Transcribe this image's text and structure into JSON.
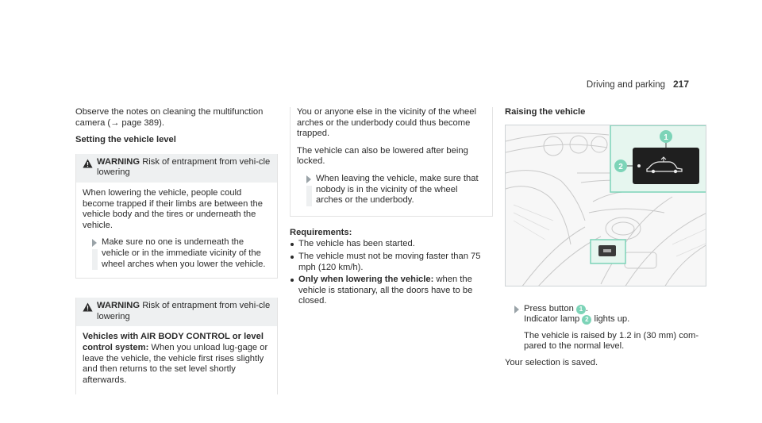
{
  "header": {
    "section": "Driving and parking",
    "page": "217"
  },
  "col1": {
    "intro": "Observe the notes on cleaning the multifunction camera (→ page 389).",
    "heading": "Setting the vehicle level",
    "warning1": {
      "label": "WARNING",
      "title": "Risk of entrapment from vehi-cle lowering",
      "body": "When lowering the vehicle, people could become trapped if their limbs are between the vehicle body and the tires or underneath the vehicle.",
      "action": "Make sure no one is underneath the vehicle or in the immediate vicinity of the wheel arches when you lower the vehicle."
    },
    "warning2": {
      "label": "WARNING",
      "title": "Risk of entrapment from vehi-cle lowering",
      "body_bold": "Vehicles with AIR BODY CONTROL or level control system:",
      "body": " When you unload lug-gage or leave the vehicle, the vehicle first rises slightly and then returns to the set level shortly afterwards."
    }
  },
  "col2": {
    "para1": "You or anyone else in the vicinity of the wheel arches or the underbody could thus become trapped.",
    "para2": "The vehicle can also be lowered after being locked.",
    "action": "When leaving the vehicle, make sure that nobody is in the vicinity of the wheel arches or the underbody.",
    "req_title": "Requirements:",
    "req1": "The vehicle has been started.",
    "req2": "The vehicle must not be moving faster than 75 mph (120 km/h).",
    "req3_bold": "Only when lowering the vehicle:",
    "req3": " when the vehicle is stationary, all the doors have to be closed."
  },
  "col3": {
    "heading": "Raising the vehicle",
    "figure_label_1": "1",
    "figure_label_2": "2",
    "step_pre": "Press button ",
    "step_btn": "1",
    "step_post": ".",
    "step_line2_pre": "Indicator lamp ",
    "step_lamp": "2",
    "step_line2_post": " lights up.",
    "result": "The vehicle is raised by 1.2 in (30 mm) com-pared to the normal level.",
    "final": "Your selection is saved."
  },
  "colors": {
    "accent": "#7dd4b8",
    "bar": "#eef0f1",
    "border": "#e3e3e3"
  }
}
